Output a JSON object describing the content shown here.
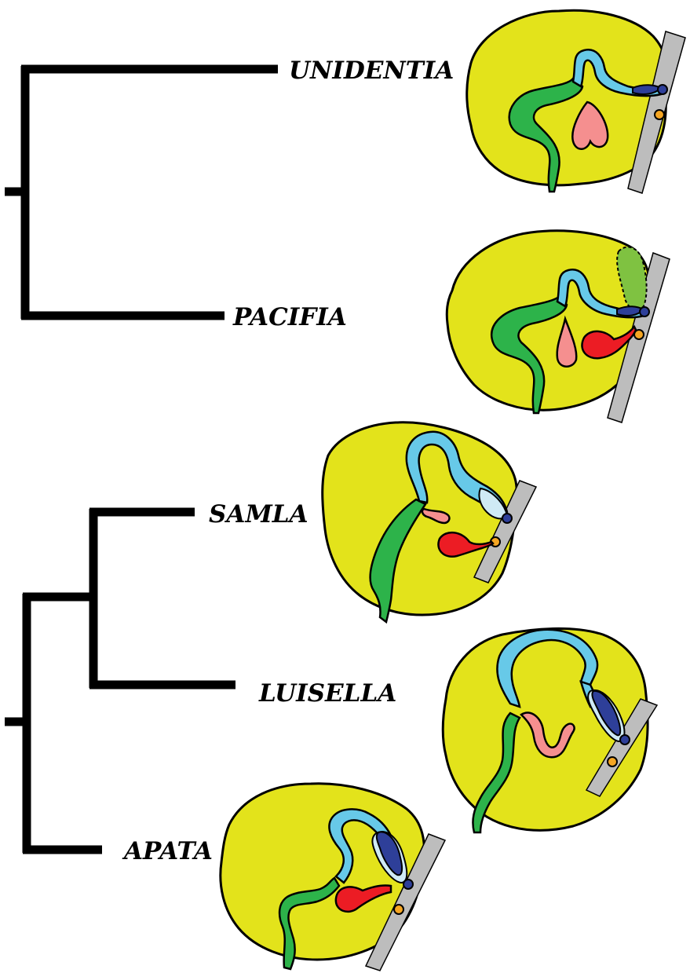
{
  "taxa": {
    "unidentia": "UNIDENTIA",
    "pacifia": "PACIFIA",
    "samla": "SAMLA",
    "luisella": "LUISELLA",
    "apata": "APATA"
  },
  "colors": {
    "body": "#e3e31b",
    "duct_green": "#2db34a",
    "gland_lightblue": "#67c9e8",
    "organ_pink": "#f58f8f",
    "organ_red": "#ec1c24",
    "ampulla_darkblue": "#2e3f99",
    "vesicle_pale": "#cfeaf5",
    "pore_orange": "#f5a623",
    "body_wall_gray": "#bdbdbd",
    "appendage_green": "#7fc241"
  }
}
